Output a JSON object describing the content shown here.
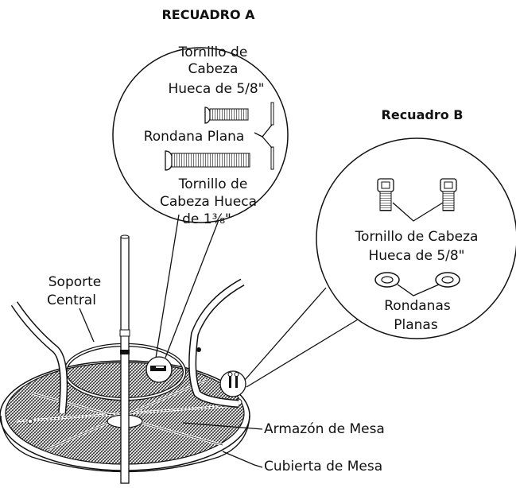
{
  "inset_a": {
    "title": "RECUADRO A",
    "short_screw": [
      "Tornillo de",
      "Cabeza",
      "Hueca de 5/8\""
    ],
    "washer": "Rondana Plana",
    "long_screw": [
      "Tornillo de",
      "Cabeza Hueca",
      "de 1⅜\""
    ]
  },
  "inset_b": {
    "title": "Recuadro B",
    "screws": [
      "Tornillo de Cabeza",
      "Hueca de 5/8\""
    ],
    "washers": [
      "Rondanas",
      "Planas"
    ]
  },
  "callouts": {
    "central_support": [
      "Soporte",
      "Central"
    ],
    "table_frame": "Armazón de Mesa",
    "table_top": "Cubierta de Mesa"
  }
}
